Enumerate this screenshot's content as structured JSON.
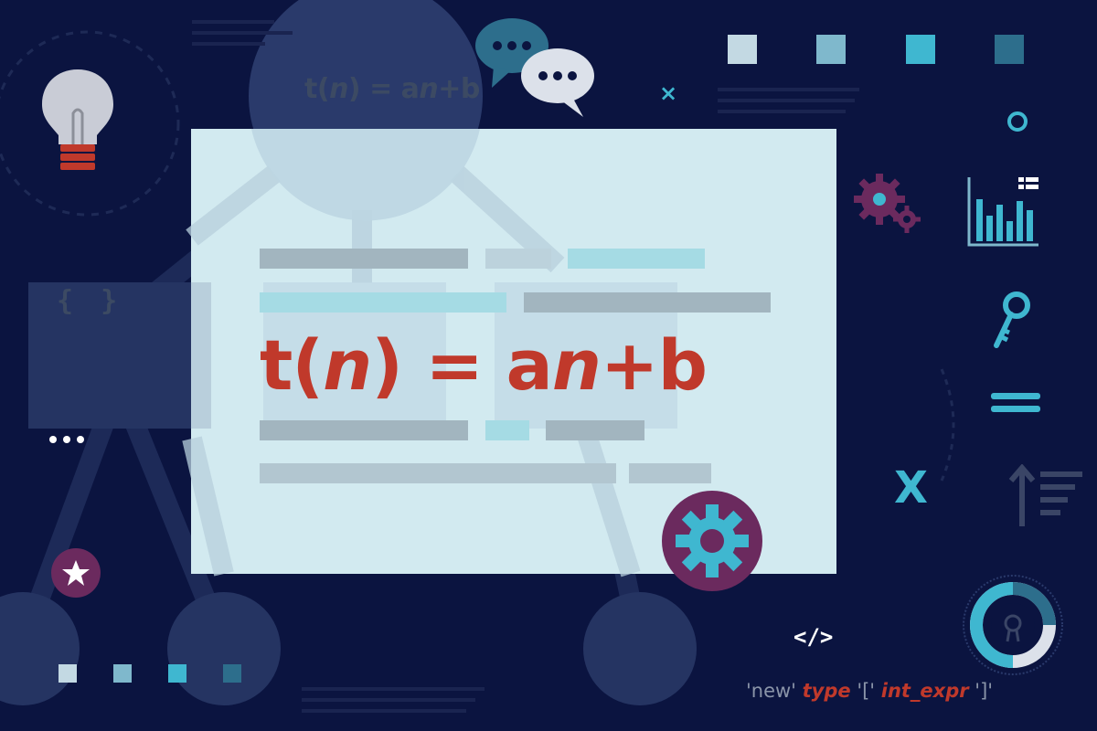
{
  "formula": {
    "main": {
      "t": "t(",
      "n1": "n",
      "mid": ") = a",
      "n2": "n",
      "end": "+b"
    },
    "top": {
      "t": "t(",
      "n1": "n",
      "mid": ") = a",
      "n2": "n",
      "end": "+b"
    }
  },
  "code": {
    "braces": "{ }",
    "tag": "</>",
    "expr": {
      "part1": "'new' ",
      "part2": "type",
      "part3": " '[' ",
      "part4": "int_expr",
      "part5": " ']'"
    },
    "x_large": "X",
    "x_small": "×"
  },
  "colors": {
    "background": "#0b1440",
    "panel": "#d2eaf0",
    "formula_red": "#c0392b",
    "accent_cyan": "#3fb7d0",
    "accent_purple": "#6b2a5e"
  },
  "icons": [
    "lightbulb-icon",
    "chat-bubbles-icon",
    "gears-icon",
    "bar-chart-icon",
    "key-icon",
    "equals-icon",
    "sort-ascending-icon",
    "donut-chart-icon",
    "settings-gear-icon",
    "star-icon",
    "close-icon",
    "code-icon",
    "ellipsis-icon"
  ]
}
